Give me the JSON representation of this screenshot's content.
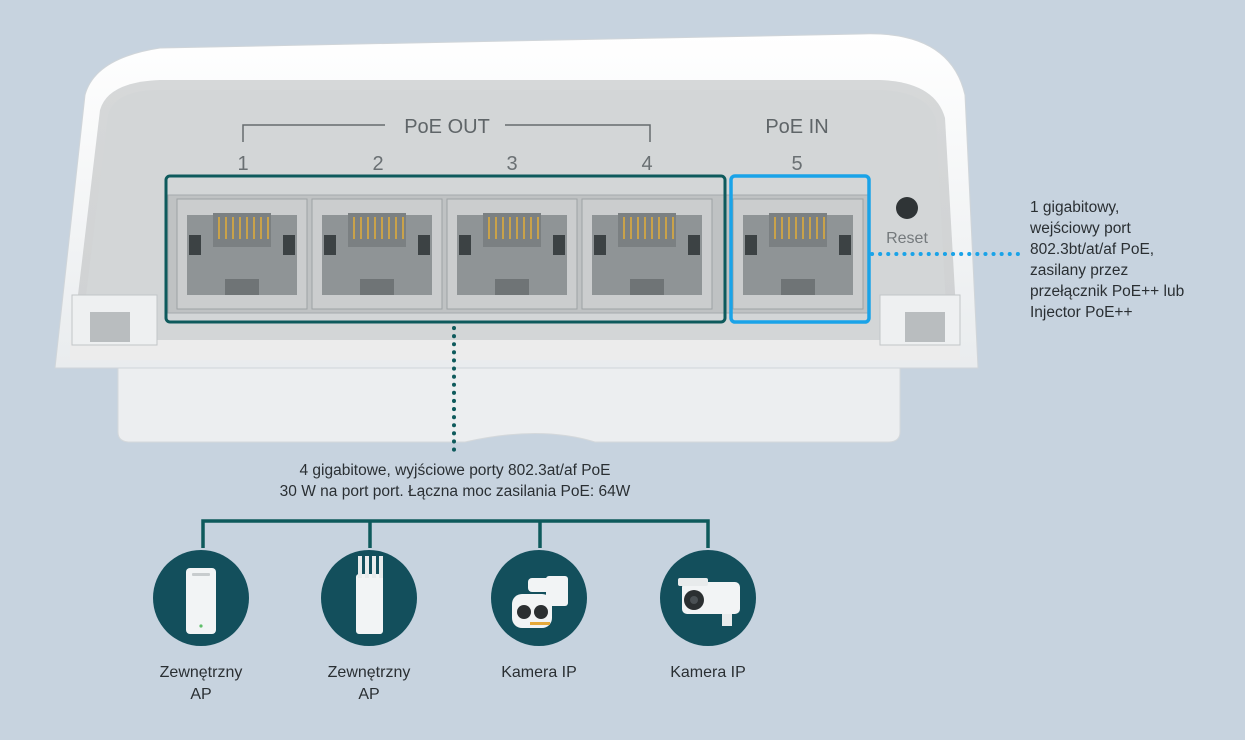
{
  "device": {
    "poe_out_label": "PoE OUT",
    "poe_in_label": "PoE IN",
    "reset_label": "Reset",
    "port_numbers": [
      "1",
      "2",
      "3",
      "4",
      "5"
    ]
  },
  "callouts": {
    "poe_in_lines": [
      "1 gigabitowy,",
      "wejściowy port",
      "802.3bt/at/af PoE,",
      "zasilany przez",
      "przełącznik PoE++ lub",
      "Injector PoE++"
    ],
    "poe_out_lines": [
      "4 gigabitowe, wyjściowe porty 802.3at/af PoE",
      "30 W na port port. Łączna moc zasilania PoE: 64W"
    ]
  },
  "devices": [
    {
      "icon": "outdoor-ap-icon",
      "label_lines": [
        "Zewnętrzny",
        "AP"
      ]
    },
    {
      "icon": "outdoor-ap-antenna-icon",
      "label_lines": [
        "Zewnętrzny",
        "AP"
      ]
    },
    {
      "icon": "ptz-camera-icon",
      "label_lines": [
        "Kamera IP"
      ]
    },
    {
      "icon": "bullet-camera-icon",
      "label_lines": [
        "Kamera IP"
      ]
    }
  ],
  "colors": {
    "background": "#c7d3df",
    "teal": "#0e5a5c",
    "poe_in_highlight": "#1aa3e8",
    "icon_circle": "#134f5c"
  }
}
